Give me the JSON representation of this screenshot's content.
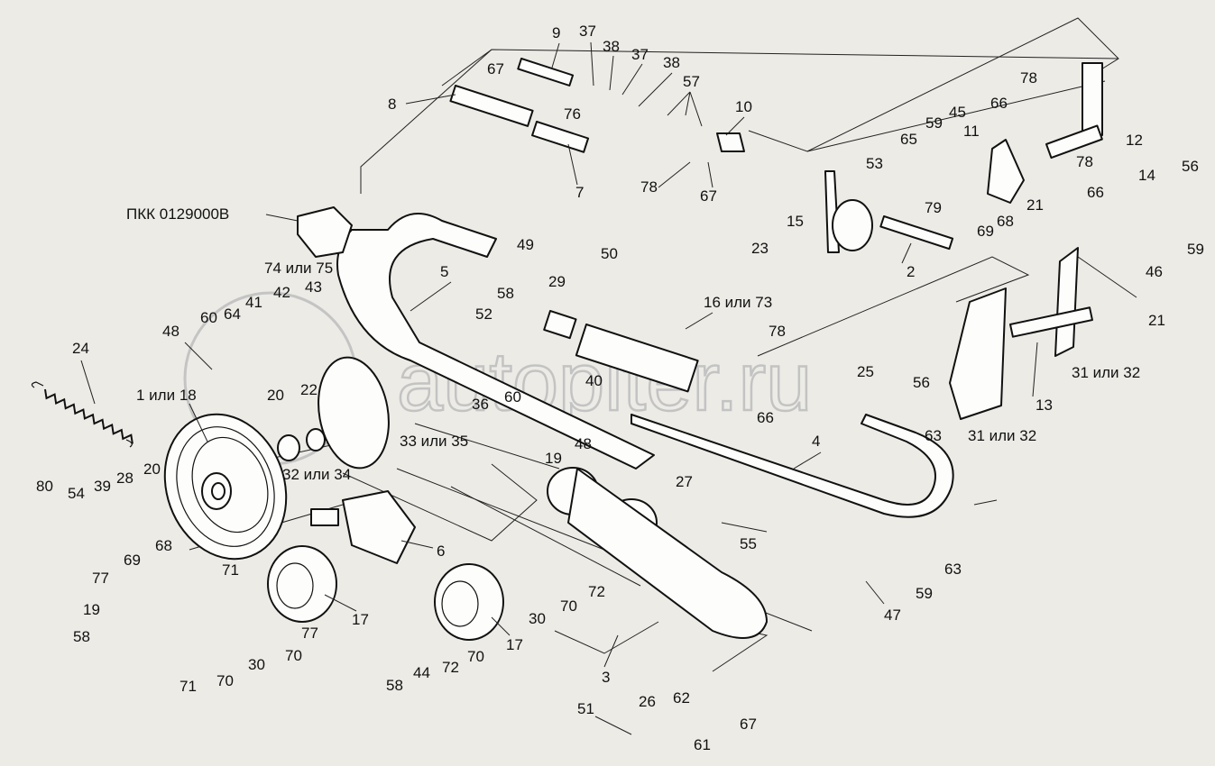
{
  "watermark": "autopiter.ru",
  "assembly_ref": "ПКК 0129000В",
  "callouts": [
    {
      "id": "c-9",
      "text": "9"
    },
    {
      "id": "c-37a",
      "text": "37"
    },
    {
      "id": "c-38a",
      "text": "38"
    },
    {
      "id": "c-37b",
      "text": "37"
    },
    {
      "id": "c-38b",
      "text": "38"
    },
    {
      "id": "c-57",
      "text": "57"
    },
    {
      "id": "c-67a",
      "text": "67"
    },
    {
      "id": "c-76",
      "text": "76"
    },
    {
      "id": "c-8",
      "text": "8"
    },
    {
      "id": "c-10",
      "text": "10"
    },
    {
      "id": "c-7",
      "text": "7"
    },
    {
      "id": "c-78a",
      "text": "78"
    },
    {
      "id": "c-67b",
      "text": "67"
    },
    {
      "id": "c-78b",
      "text": "78"
    },
    {
      "id": "c-66a",
      "text": "66"
    },
    {
      "id": "c-45",
      "text": "45"
    },
    {
      "id": "c-59a",
      "text": "59"
    },
    {
      "id": "c-65",
      "text": "65"
    },
    {
      "id": "c-11",
      "text": "11"
    },
    {
      "id": "c-12",
      "text": "12"
    },
    {
      "id": "c-53",
      "text": "53"
    },
    {
      "id": "c-78c",
      "text": "78"
    },
    {
      "id": "c-21a",
      "text": "21"
    },
    {
      "id": "c-14",
      "text": "14"
    },
    {
      "id": "c-56a",
      "text": "56"
    },
    {
      "id": "c-66b",
      "text": "66"
    },
    {
      "id": "c-79",
      "text": "79"
    },
    {
      "id": "c-68a",
      "text": "68"
    },
    {
      "id": "c-69a",
      "text": "69"
    },
    {
      "id": "c-15",
      "text": "15"
    },
    {
      "id": "c-59b",
      "text": "59"
    },
    {
      "id": "c-23",
      "text": "23"
    },
    {
      "id": "c-2",
      "text": "2"
    },
    {
      "id": "c-46",
      "text": "46"
    },
    {
      "id": "c-49",
      "text": "49"
    },
    {
      "id": "c-50",
      "text": "50"
    },
    {
      "id": "c-74",
      "text": "74 или 75"
    },
    {
      "id": "c-5",
      "text": "5"
    },
    {
      "id": "c-58a",
      "text": "58"
    },
    {
      "id": "c-29",
      "text": "29"
    },
    {
      "id": "c-16",
      "text": "16 или 73"
    },
    {
      "id": "c-42",
      "text": "42"
    },
    {
      "id": "c-43",
      "text": "43"
    },
    {
      "id": "c-41",
      "text": "41"
    },
    {
      "id": "c-52",
      "text": "52"
    },
    {
      "id": "c-60a",
      "text": "60"
    },
    {
      "id": "c-64",
      "text": "64"
    },
    {
      "id": "c-78d",
      "text": "78"
    },
    {
      "id": "c-21b",
      "text": "21"
    },
    {
      "id": "c-48a",
      "text": "48"
    },
    {
      "id": "c-24",
      "text": "24"
    },
    {
      "id": "c-31a",
      "text": "31 или 32"
    },
    {
      "id": "c-13",
      "text": "13"
    },
    {
      "id": "c-40",
      "text": "40"
    },
    {
      "id": "c-25",
      "text": "25"
    },
    {
      "id": "c-56b",
      "text": "56"
    },
    {
      "id": "c-1",
      "text": "1 или 18"
    },
    {
      "id": "c-20a",
      "text": "20"
    },
    {
      "id": "c-22",
      "text": "22"
    },
    {
      "id": "c-66c",
      "text": "66"
    },
    {
      "id": "c-36",
      "text": "36"
    },
    {
      "id": "c-60b",
      "text": "60"
    },
    {
      "id": "c-63a",
      "text": "63"
    },
    {
      "id": "c-31b",
      "text": "31 или 32"
    },
    {
      "id": "c-33",
      "text": "33 или 35"
    },
    {
      "id": "c-48b",
      "text": "48"
    },
    {
      "id": "c-4",
      "text": "4"
    },
    {
      "id": "c-19a",
      "text": "19"
    },
    {
      "id": "c-32",
      "text": "32 или 34"
    },
    {
      "id": "c-80",
      "text": "80"
    },
    {
      "id": "c-39",
      "text": "39"
    },
    {
      "id": "c-28",
      "text": "28"
    },
    {
      "id": "c-20b",
      "text": "20"
    },
    {
      "id": "c-54",
      "text": "54"
    },
    {
      "id": "c-27",
      "text": "27"
    },
    {
      "id": "c-6",
      "text": "6"
    },
    {
      "id": "c-55",
      "text": "55"
    },
    {
      "id": "c-69b",
      "text": "69"
    },
    {
      "id": "c-68b",
      "text": "68"
    },
    {
      "id": "c-71a",
      "text": "71"
    },
    {
      "id": "c-72a",
      "text": "72"
    },
    {
      "id": "c-63b",
      "text": "63"
    },
    {
      "id": "c-77a",
      "text": "77"
    },
    {
      "id": "c-59c",
      "text": "59"
    },
    {
      "id": "c-17a",
      "text": "17"
    },
    {
      "id": "c-30a",
      "text": "30"
    },
    {
      "id": "c-70a",
      "text": "70"
    },
    {
      "id": "c-47",
      "text": "47"
    },
    {
      "id": "c-19b",
      "text": "19"
    },
    {
      "id": "c-58b",
      "text": "58"
    },
    {
      "id": "c-77b",
      "text": "77"
    },
    {
      "id": "c-70b",
      "text": "70"
    },
    {
      "id": "c-30b",
      "text": "30"
    },
    {
      "id": "c-72b",
      "text": "72"
    },
    {
      "id": "c-70c",
      "text": "70"
    },
    {
      "id": "c-17b",
      "text": "17"
    },
    {
      "id": "c-3",
      "text": "3"
    },
    {
      "id": "c-71b",
      "text": "71"
    },
    {
      "id": "c-70d",
      "text": "70"
    },
    {
      "id": "c-44",
      "text": "44"
    },
    {
      "id": "c-58c",
      "text": "58"
    },
    {
      "id": "c-26",
      "text": "26"
    },
    {
      "id": "c-62",
      "text": "62"
    },
    {
      "id": "c-51",
      "text": "51"
    },
    {
      "id": "c-67c",
      "text": "67"
    },
    {
      "id": "c-61",
      "text": "61"
    }
  ]
}
